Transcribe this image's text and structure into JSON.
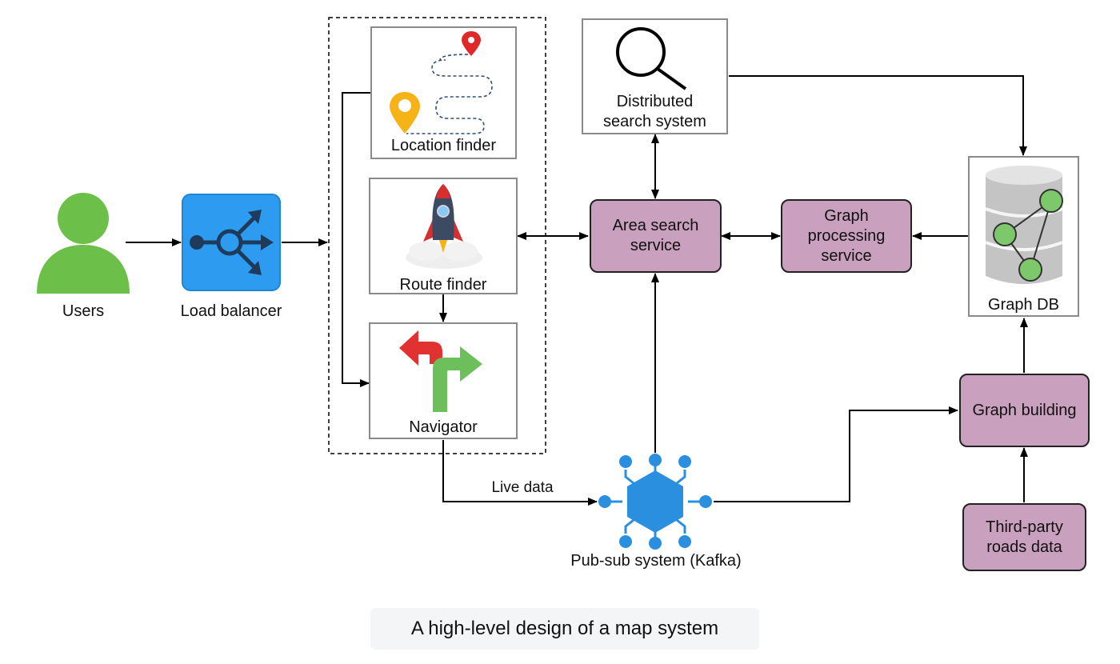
{
  "diagram": {
    "nodes": {
      "users": "Users",
      "load_balancer": "Load balancer",
      "location_finder": "Location finder",
      "route_finder": "Route finder",
      "navigator": "Navigator",
      "distributed_search": [
        "Distributed",
        "search system"
      ],
      "area_search": [
        "Area search",
        "service"
      ],
      "graph_processing": [
        "Graph",
        "processing",
        "service"
      ],
      "graph_db": "Graph DB",
      "graph_building": "Graph building",
      "third_party": [
        "Third-party",
        "roads data"
      ],
      "pubsub": "Pub-sub system (Kafka)"
    },
    "edge_labels": {
      "live_data": "Live data"
    },
    "colors": {
      "service_fill": "#c9a0bd",
      "user_green": "#6cc04a",
      "lb_blue": "#2d9cf0",
      "kafka_blue": "#2b8fe0",
      "graph_node_green": "#7dc86a"
    }
  },
  "caption": "A high-level design of a map system"
}
